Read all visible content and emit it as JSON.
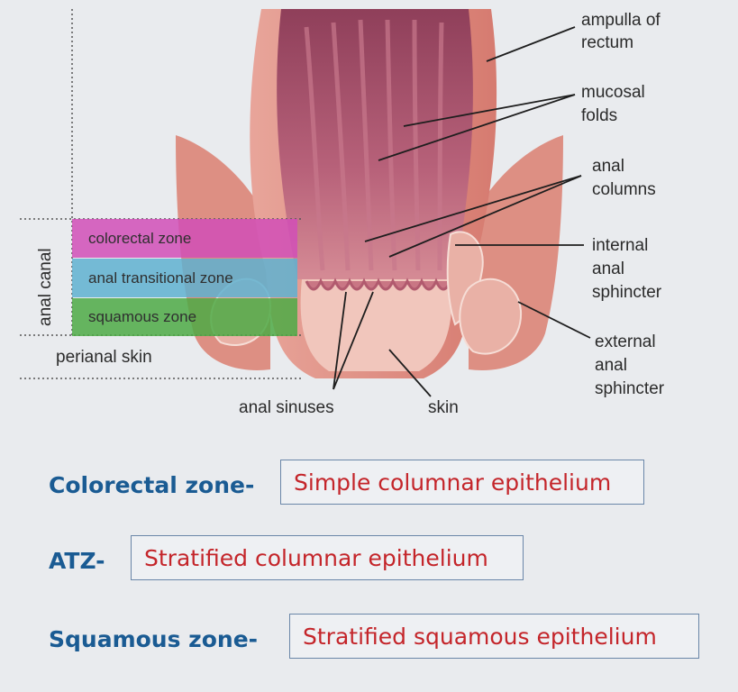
{
  "diagram": {
    "side_labels": {
      "anal_canal": "anal canal",
      "perianal_skin": "perianal skin"
    },
    "zones": [
      {
        "label": "colorectal zone",
        "color": "#d14fb7"
      },
      {
        "label": "anal transitional  zone",
        "color": "#5fb1d0"
      },
      {
        "label": "squamous zone",
        "color": "#4daa45"
      }
    ],
    "callouts": {
      "ampulla_l1": "ampulla of",
      "ampulla_l2": "rectum",
      "mucosal_l1": "mucosal",
      "mucosal_l2": "folds",
      "columns_l1": "anal",
      "columns_l2": "columns",
      "internal_l1": "internal",
      "internal_l2": "anal",
      "internal_l3": "sphincter",
      "external_l1": "external",
      "external_l2": "anal",
      "external_l3": "sphincter",
      "sinuses": "anal sinuses",
      "skin": "skin"
    }
  },
  "epithelium": [
    {
      "zone": "Colorectal zone-",
      "type": "Simple columnar epithelium"
    },
    {
      "zone": "ATZ-",
      "type": "Stratified columnar epithelium"
    },
    {
      "zone": "Squamous zone-",
      "type": "Stratified squamous epithelium"
    }
  ],
  "colors": {
    "heading_blue": "#1a5b93",
    "answer_red": "#c4252a",
    "tissue": "#d9837a",
    "lumen": "#a8506a"
  }
}
